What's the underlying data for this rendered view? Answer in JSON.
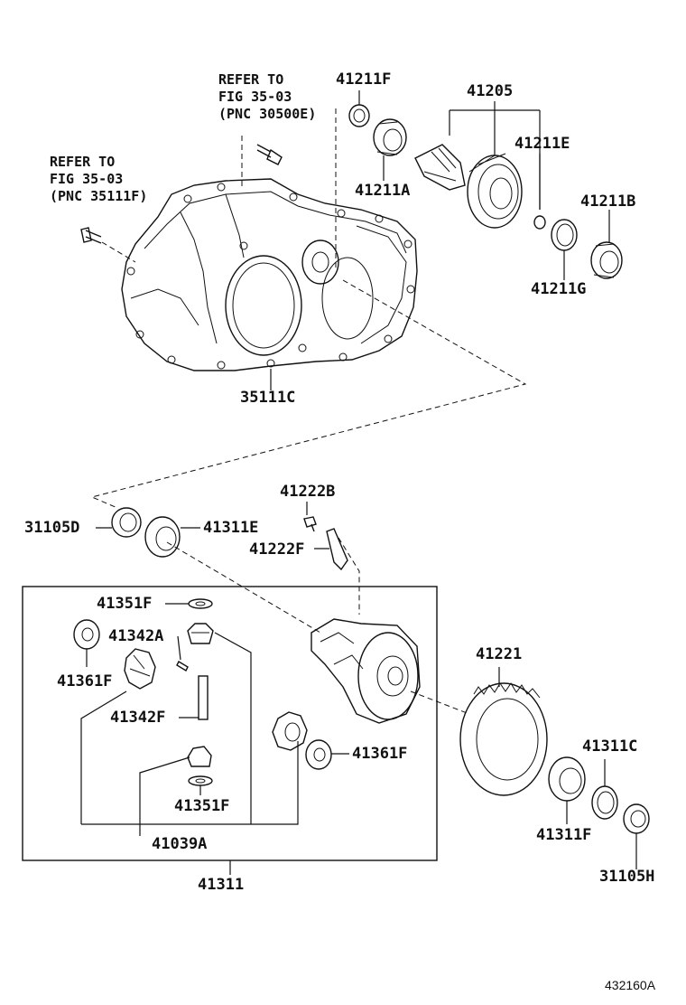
{
  "references": [
    {
      "lines": [
        "REFER TO",
        "FIG 35-03",
        "(PNC 30500E)"
      ]
    },
    {
      "lines": [
        "REFER TO",
        "FIG 35-03",
        "(PNC 35111F)"
      ]
    }
  ],
  "labels": {
    "p41211F_top": "41211F",
    "p41205": "41205",
    "p41211E": "41211E",
    "p41211A": "41211A",
    "p41211B": "41211B",
    "p41211G": "41211G",
    "p35111C": "35111C",
    "p41222B": "41222B",
    "p31105D": "31105D",
    "p41311E": "41311E",
    "p41222F": "41222F",
    "p41351F_top": "41351F",
    "p41342A": "41342A",
    "p41361F_left": "41361F",
    "p41342F": "41342F",
    "p41221": "41221",
    "p41361F_right": "41361F",
    "p41311C": "41311C",
    "p41351F_bottom": "41351F",
    "p41311F": "41311F",
    "p41039A": "41039A",
    "p31105H": "31105H",
    "p41311": "41311"
  },
  "diagram_code": "432160A"
}
